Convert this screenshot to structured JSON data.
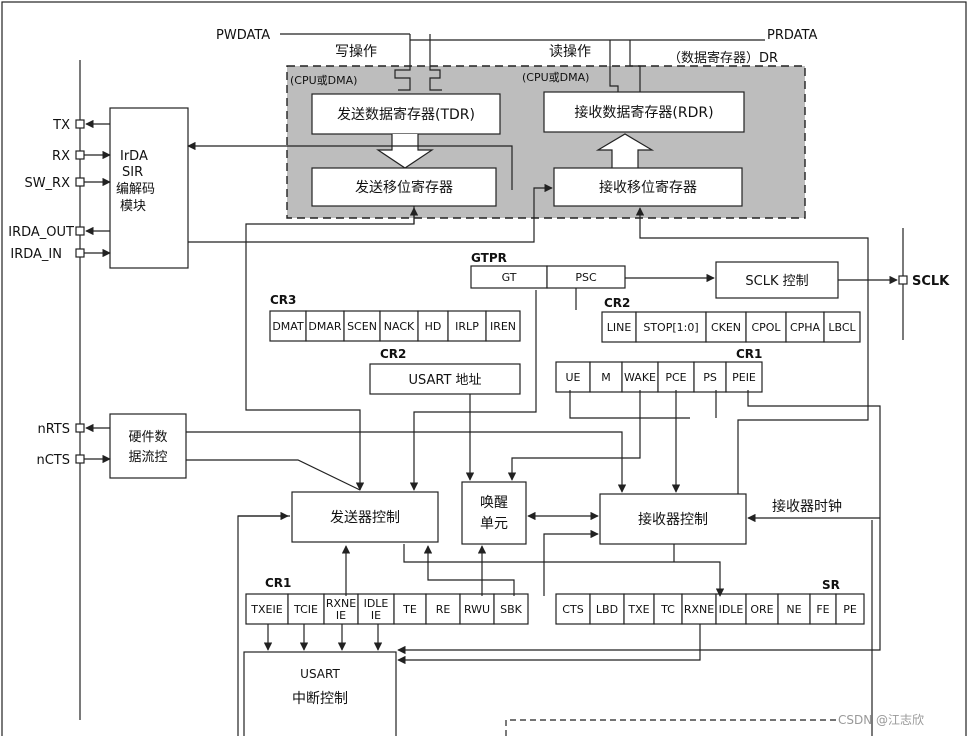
{
  "bus": {
    "pwdata": "PWDATA",
    "prdata": "PRDATA"
  },
  "data_register": {
    "write_op": "写操作",
    "read_op": "读操作",
    "dr_label": "（数据寄存器）DR",
    "cpu_dma_1": "(CPU或DMA)",
    "cpu_dma_2": "(CPU或DMA)",
    "tdr": "发送数据寄存器(TDR)",
    "rdr": "接收数据寄存器(RDR)",
    "tx_shift": "发送移位寄存器",
    "rx_shift": "接收移位寄存器"
  },
  "pins": {
    "tx": "TX",
    "rx": "RX",
    "sw_rx": "SW_RX",
    "irda_out": "IRDA_OUT",
    "irda_in": "IRDA_IN",
    "nrts": "nRTS",
    "ncts": "nCTS",
    "sclk": "SCLK"
  },
  "irda": {
    "line1": "IrDA",
    "line2": "SIR",
    "line3": "编解码",
    "line4": "模块"
  },
  "flow": {
    "line1": "硬件数",
    "line2": "据流控"
  },
  "gtpr": {
    "label": "GTPR",
    "gt": "GT",
    "psc": "PSC"
  },
  "sclk_ctrl": "SCLK 控制",
  "cr3": {
    "label": "CR3",
    "bits": [
      "DMAT",
      "DMAR",
      "SCEN",
      "NACK",
      "HD",
      "IRLP",
      "IREN"
    ]
  },
  "cr2_top": {
    "label": "CR2",
    "bits": [
      "LINE",
      "STOP[1:0]",
      "CKEN",
      "CPOL",
      "CPHA",
      "LBCL"
    ]
  },
  "cr2_addr": {
    "label": "CR2",
    "text": "USART 地址"
  },
  "cr1_top": {
    "label": "CR1",
    "bits": [
      "UE",
      "M",
      "WAKE",
      "PCE",
      "PS",
      "PEIE"
    ]
  },
  "wakeup": {
    "line1": "唤醒",
    "line2": "单元"
  },
  "tx_ctrl": "发送器控制",
  "rx_ctrl": "接收器控制",
  "rx_clock": "接收器时钟",
  "cr1_bottom": {
    "label": "CR1",
    "bits": [
      [
        "TXEIE"
      ],
      [
        "TCIE"
      ],
      [
        "RXNE",
        "IE"
      ],
      [
        "IDLE",
        "IE"
      ],
      [
        "TE"
      ],
      [
        "RE"
      ],
      [
        "RWU"
      ],
      [
        "SBK"
      ]
    ]
  },
  "sr": {
    "label": "SR",
    "bits": [
      "CTS",
      "LBD",
      "TXE",
      "TC",
      "RXNE",
      "IDLE",
      "ORE",
      "NE",
      "FE",
      "PE"
    ]
  },
  "interrupt": {
    "line1": "USART",
    "line2": "中断控制"
  },
  "watermark": "CSDN @江志欣"
}
